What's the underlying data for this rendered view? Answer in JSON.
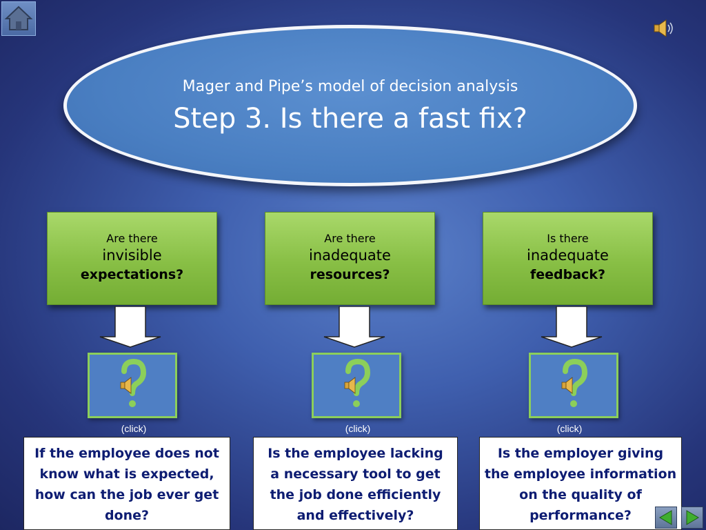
{
  "title": {
    "subtitle": "Mager and Pipe’s model of decision analysis",
    "main": "Step 3.  Is there a fast fix?"
  },
  "boxes": [
    {
      "line1": "Are there",
      "line2": "invisible",
      "line3": "expectations?"
    },
    {
      "line1": "Are there",
      "line2": "inadequate",
      "line3": "resources?"
    },
    {
      "line1": "Is there",
      "line2": "inadequate",
      "line3": "feedback?"
    }
  ],
  "click_label": "(click)",
  "answers": [
    {
      "text": "If the employee does not know what is expected, how can the job ever get done?"
    },
    {
      "text": "Is the employee lacking a necessary tool to get the job done efficiently and effectively?"
    },
    {
      "text": "Is the employer giving the employee information on the quality of performance?"
    }
  ],
  "icons": {
    "home": "home-icon",
    "sound": "speaker-icon",
    "question": "question-mark-icon",
    "prev": "previous-arrow-icon",
    "next": "next-arrow-icon"
  },
  "colors": {
    "answer_text": "#0d1c72",
    "green_box": "#88bf45",
    "question_mark": "#8ccf5a",
    "ellipse": "#4a7fc2"
  }
}
